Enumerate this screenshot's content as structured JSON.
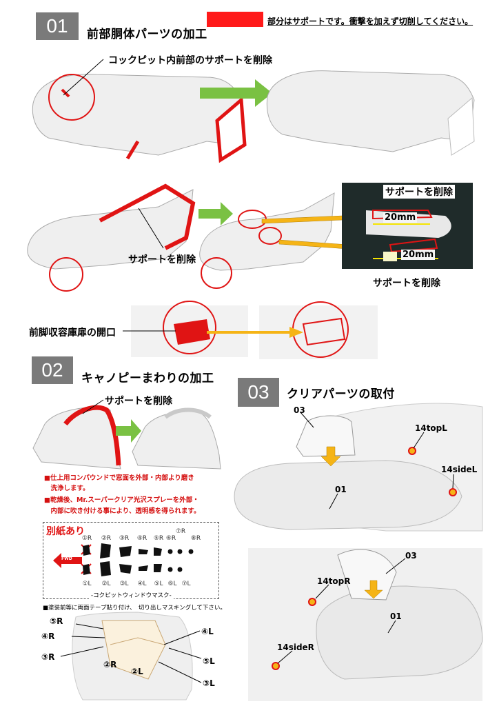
{
  "legend": {
    "color": "#ff1a1a",
    "text": "部分はサポートです。衝撃を加えず切削してください。"
  },
  "steps": [
    {
      "number": "01",
      "title": "前部胴体パーツの加工"
    },
    {
      "number": "02",
      "title": "キャノピーまわりの加工"
    },
    {
      "number": "03",
      "title": "クリアパーツの取付"
    }
  ],
  "step01": {
    "callout_cockpit": "コックピット内前部のサポートを削除",
    "callout_support_a": "サポートを削除",
    "callout_support_b": "サポートを削除",
    "callout_support_c": "サポートを削除",
    "callout_gear_door": "前脚収容庫扉の開口",
    "dimension_a": "20mm",
    "dimension_b": "20mm"
  },
  "step02": {
    "callout_support": "サポートを削除",
    "notes": [
      "■仕上用コンパウンドで窓面を外部・内部より磨き",
      "　洗浄します。",
      "■乾燥後、Mr.スーパークリア光沢スプレーを外部・",
      "　内部に吹き付ける事により、透明感を得られます。"
    ],
    "mask_sheet": {
      "title": "別紙あり",
      "fwd": "FWD",
      "top_labels": [
        "①R",
        "②R",
        "③R",
        "④R",
        "⑤R",
        "⑥R",
        "⑦R",
        "⑧R"
      ],
      "bottom_labels": [
        "①L",
        "②L",
        "③L",
        "④L",
        "⑤L",
        "⑥L",
        "⑦L"
      ],
      "caption": "-コクピットウィンドウマスク-"
    },
    "mask_instruction": "■塗装前等に両面テープ貼り付け、　切り出しマスキングして下さい。",
    "window_labels": {
      "r5": "⑤R",
      "r4": "④R",
      "r3": "③R",
      "r2": "②R",
      "l2": "②L",
      "l4": "④L",
      "l5": "⑤L",
      "l3": "③L"
    }
  },
  "step03": {
    "labels": {
      "p03_top": "03",
      "p14topL": "14topL",
      "p14sideL": "14sideL",
      "p01_top": "01",
      "p03_bottom": "03",
      "p14topR": "14topR",
      "p01_bottom": "01",
      "p14sideR": "14sideR"
    }
  },
  "colors": {
    "accent_red": "#e01414",
    "arrow_green": "#7ac143",
    "arrow_yellow": "#f5b416",
    "badge_gray": "#7a7a7a"
  }
}
